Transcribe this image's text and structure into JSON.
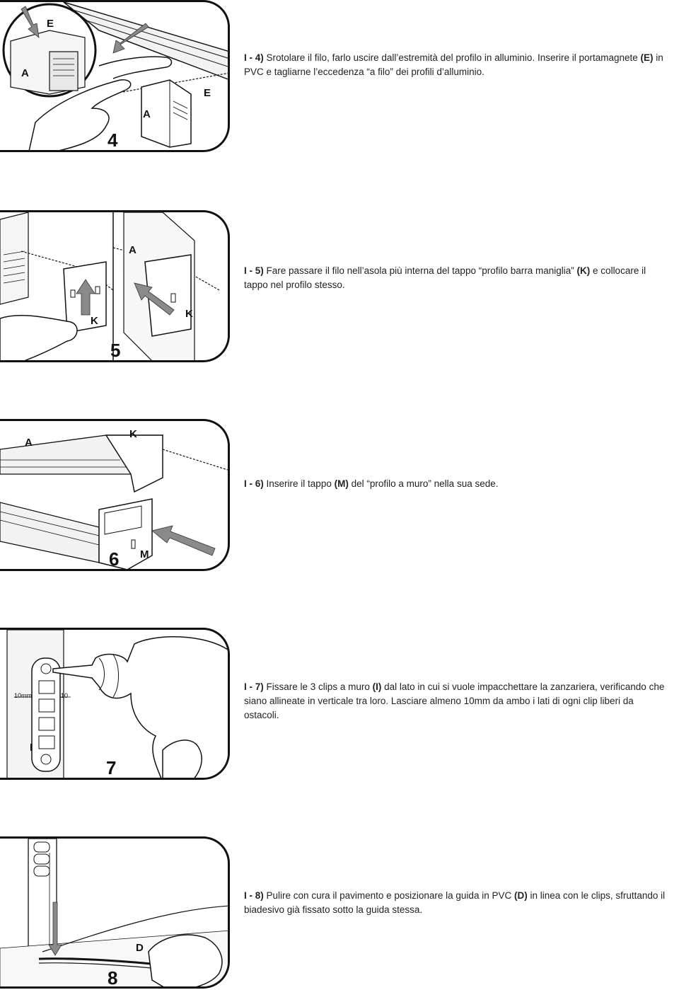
{
  "steps": [
    {
      "number": "4",
      "labels": {
        "e_circle": "E",
        "a_circle": "A",
        "a_main": "A",
        "e_main": "E"
      },
      "text": {
        "prefix": "I - 4)",
        "part1": "Srotolare il filo, farlo uscire dall’estremità del profilo in alluminio. Inserire il portamagnete",
        "ref": "(E)",
        "part2": "in PVC e tagliarne l’eccedenza “a filo” dei profili d’alluminio."
      }
    },
    {
      "number": "5",
      "labels": {
        "a": "A",
        "k_left": "K",
        "k_right": "K"
      },
      "text": {
        "prefix": "I - 5)",
        "part1": "Fare passare il filo nell’asola più interna del tappo “profilo barra maniglia”",
        "ref": "(K)",
        "part2": "e collocare il tappo nel profilo stesso."
      }
    },
    {
      "number": "6",
      "labels": {
        "a": "A",
        "k": "K",
        "m": "M"
      },
      "text": {
        "prefix": "I - 6)",
        "part1": "Inserire il tappo",
        "ref": "(M)",
        "part2": "del “profilo a muro” nella sua sede."
      }
    },
    {
      "number": "7",
      "labels": {
        "mm_left": "10mm",
        "mm_right": "10",
        "i": "I"
      },
      "text": {
        "prefix": "I - 7)",
        "part1": "Fissare le 3 clips a muro",
        "ref": "(I)",
        "part2": "dal lato in cui si vuole impacchettare la zanzariera, verificando che siano allineate in verticale tra loro. Lasciare almeno 10mm da ambo i lati di ogni clip liberi da ostacoli."
      }
    },
    {
      "number": "8",
      "labels": {
        "d": "D"
      },
      "text": {
        "prefix": "I - 8)",
        "part1": "Pulire con cura il pavimento e posizionare la guida in PVC",
        "ref": "(D)",
        "part2": "in linea con le clips, sfruttando il biadesivo già fissato sotto la guida stessa."
      }
    }
  ],
  "colors": {
    "line": "#111111",
    "arrow": "#8a8a8a",
    "text": "#222222"
  }
}
